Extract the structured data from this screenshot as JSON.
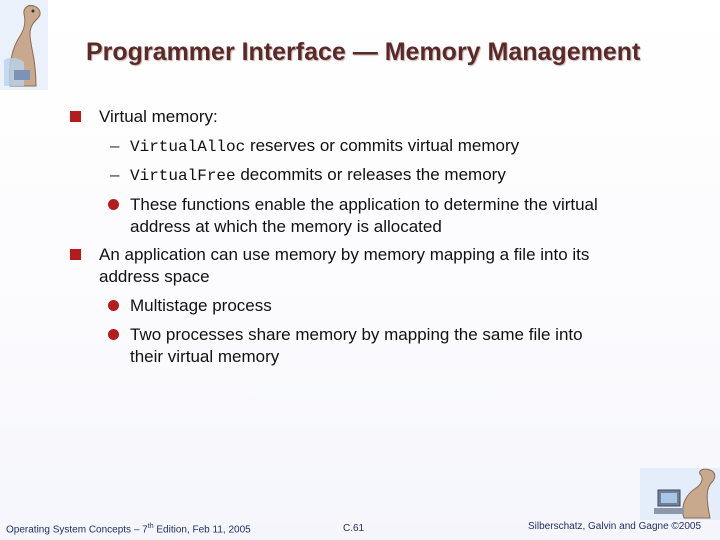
{
  "title": "Programmer Interface — Memory Management",
  "bullets": [
    {
      "text": "Virtual memory:",
      "subitems": [
        {
          "code": "VirtualAlloc",
          "text": " reserves or commits virtual memory"
        },
        {
          "code": "VirtualFree",
          "text": " decommits or releases the memory"
        }
      ],
      "dot_items": [
        {
          "line1": "These functions enable the application to determine the virtual",
          "line2": "address at which the memory is allocated"
        }
      ]
    },
    {
      "line1": "An application can use memory by memory mapping a file into its",
      "line2": "address space",
      "dot_items": [
        {
          "line1": "Multistage process"
        },
        {
          "line1": "Two processes share memory by mapping the same file into",
          "line2": "their virtual memory"
        }
      ]
    }
  ],
  "footer": {
    "left_prefix": "Operating System Concepts – 7",
    "left_sup": "th",
    "left_suffix": " Edition, Feb 11, 2005",
    "center": "C.61",
    "right": "Silberschatz, Galvin and Gagne ©2005"
  },
  "colors": {
    "title": "#5a2a2a",
    "bullet": "#b51c1c",
    "footer": "#1f2f6a"
  },
  "icons": [
    "dinosaur-logo-icon",
    "dinosaur-computer-logo-icon"
  ]
}
